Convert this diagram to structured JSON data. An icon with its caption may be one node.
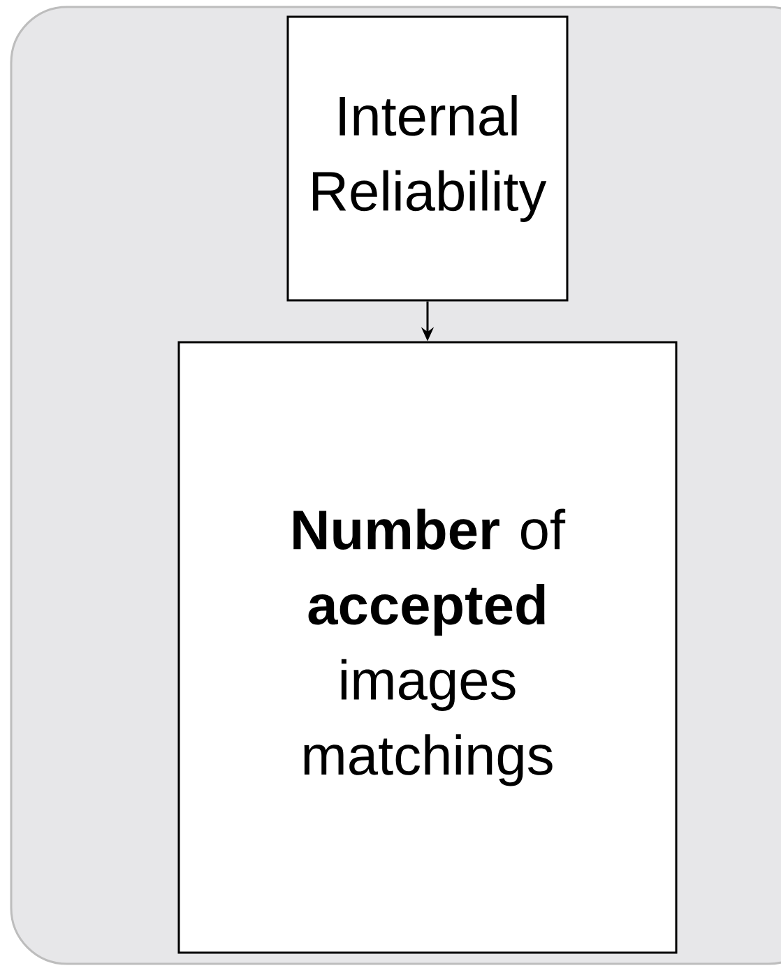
{
  "diagram": {
    "nodes": [
      {
        "text": [],
        "shape": "box"
      },
      {
        "text": [
          "Internal Reliability"
        ],
        "in": 0
      },
      {
        "text": [
          "**Number** of **accepted** images matchings"
        ],
        "in": 0
      }
    ],
    "edges": [
      {
        "from": 1,
        "to": 2,
        "arrow": "to"
      }
    ]
  }
}
